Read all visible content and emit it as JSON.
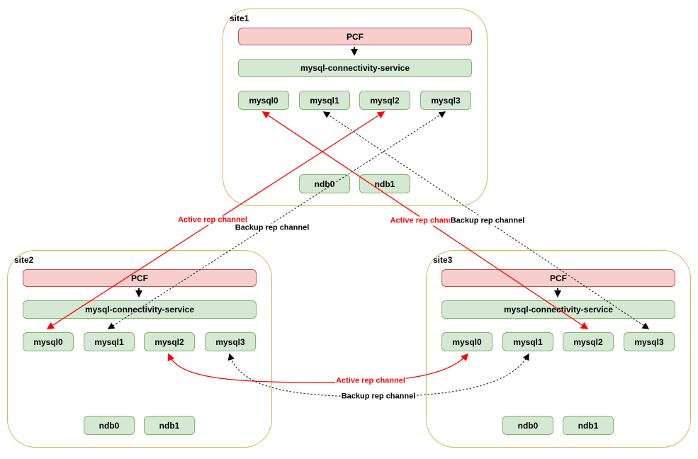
{
  "diagram": {
    "sites": [
      {
        "name": "site1",
        "pcf": "PCF",
        "service": "mysql-connectivity-service",
        "mysql_nodes": [
          "mysql0",
          "mysql1",
          "mysql2",
          "mysql3"
        ],
        "ndb_nodes": [
          "ndb0",
          "ndb1"
        ]
      },
      {
        "name": "site2",
        "pcf": "PCF",
        "service": "mysql-connectivity-service",
        "mysql_nodes": [
          "mysql0",
          "mysql1",
          "mysql2",
          "mysql3"
        ],
        "ndb_nodes": [
          "ndb0",
          "ndb1"
        ]
      },
      {
        "name": "site3",
        "pcf": "PCF",
        "service": "mysql-connectivity-service",
        "mysql_nodes": [
          "mysql0",
          "mysql1",
          "mysql2",
          "mysql3"
        ],
        "ndb_nodes": [
          "ndb0",
          "ndb1"
        ]
      }
    ],
    "edge_labels": {
      "site1_site2_active": "Active rep channel",
      "site1_site2_backup": "Backup rep channel",
      "site1_site3_active": "Active rep channe",
      "site1_site3_backup": "Backup rep channel",
      "site2_site3_active": "Active rep channel",
      "site2_site3_backup": "Backup rep channel"
    },
    "colors": {
      "site_border": "#d6b656",
      "pcf_fill": "#f8cecc",
      "pcf_border": "#b85450",
      "node_fill": "#d5e8d4",
      "node_border": "#82b366",
      "active_channel": "#ff0000",
      "backup_channel": "#2d2d2d",
      "text": "#000000"
    }
  }
}
